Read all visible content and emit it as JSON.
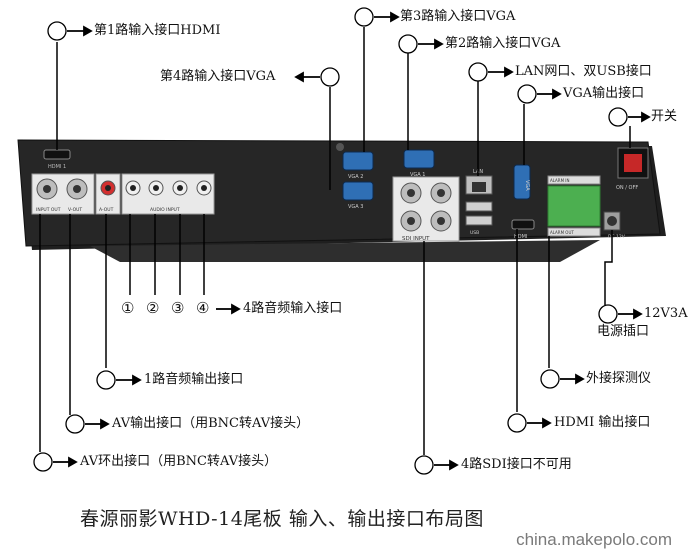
{
  "labels": {
    "hdmi_in_1": "第1路输入接口HDMI",
    "vga_in_3": "第3路输入接口VGA",
    "vga_in_2": "第2路输入接口VGA",
    "vga_in_4": "第4路输入接口VGA",
    "lan_usb": "LAN网口、双USB接口",
    "vga_out": "VGA输出接口",
    "power_switch": "开关",
    "audio_in_4": "4路音频输入接口",
    "n1": "①",
    "n2": "②",
    "n3": "③",
    "n4": "④",
    "power_12v": "12V3A",
    "power_socket": "电源插口",
    "audio_out_1": "1路音频输出接口",
    "ext_probe": "外接探测仪",
    "av_out": "AV输出接口（用BNC转AV接头）",
    "hdmi_out": "HDMI  输出接口",
    "av_loop": "AV环出接口（用BNC转AV接头）",
    "sdi_in_4": "4路SDI接口不可用"
  },
  "panel": {
    "hdmi1": "HDMI 1",
    "input_out": "INPUT OUT",
    "v_out": "V-OUT",
    "a_out": "A-OUT",
    "audio_input": "AUDIO INPUT",
    "vga2": "VGA 2",
    "vga1": "VGA 1",
    "vga3": "VGA 3",
    "vga": "VGA",
    "lan": "LAN",
    "usb": "USB",
    "hdmi": "HDMI",
    "sdi_input": "SDI INPUT",
    "alarm_in": "ALARM IN",
    "alarm_out": "ALARM OUT",
    "on_off": "ON / OFF",
    "dc12v": "DC 12V"
  },
  "title": "春源丽影WHD-14尾板 输入、输出接口布局图",
  "watermark": "china.makepolo.com",
  "colors": {
    "panel": "#222222",
    "terminal": "#4caf50",
    "line": "#000000"
  }
}
